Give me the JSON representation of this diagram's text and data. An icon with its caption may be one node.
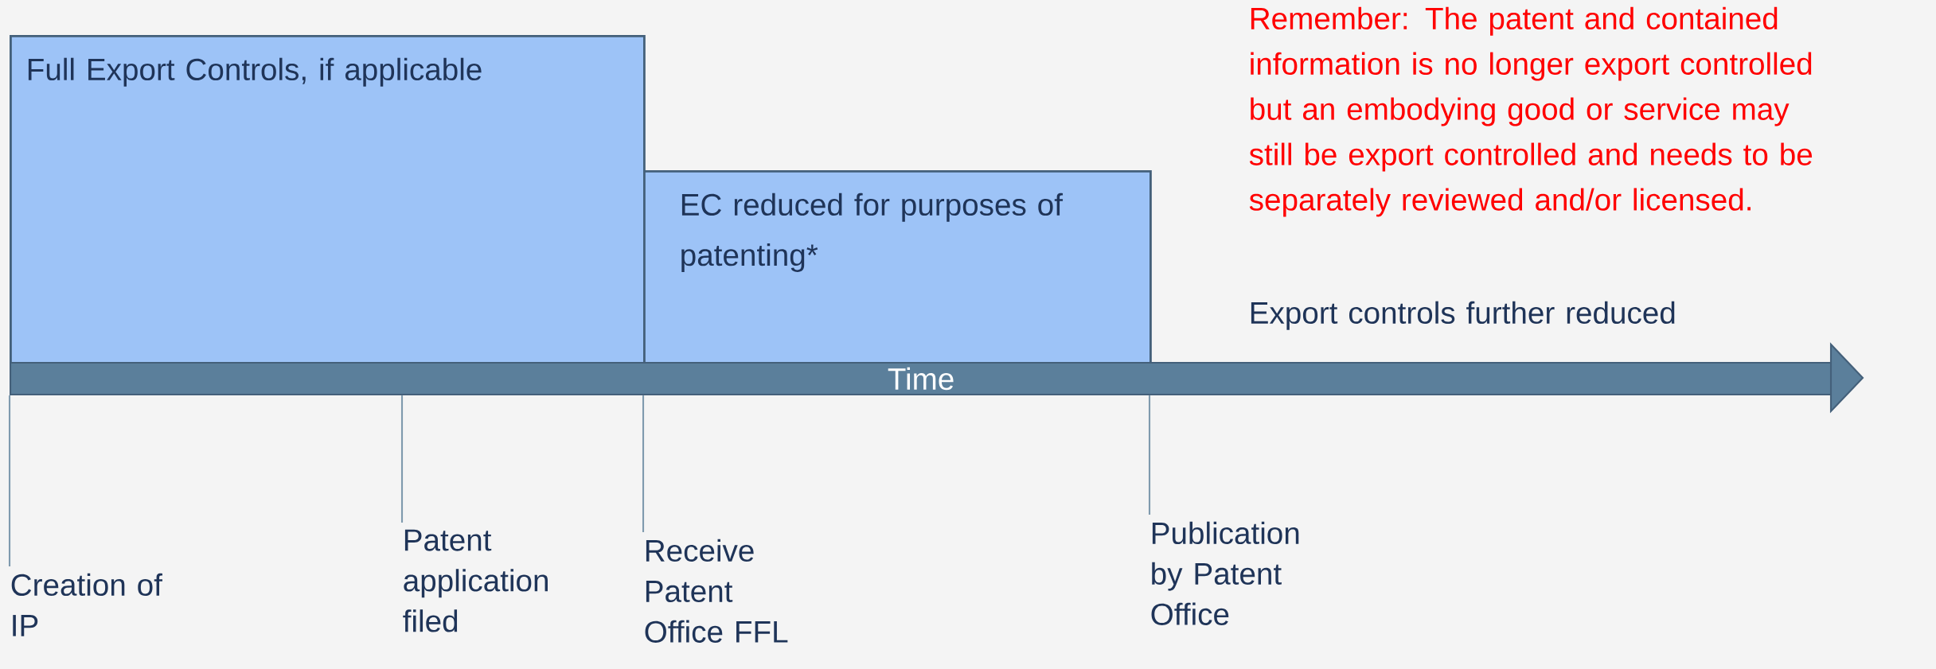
{
  "diagram": {
    "nodes": [
      {
        "text": [
          "Full Export Controls, if applicable"
        ]
      },
      {
        "text": [
          "EC reduced for purposes of patenting*"
        ]
      },
      {
        "text": [
          "Time"
        ]
      },
      {
        "text": [
          "Creation of IP"
        ]
      },
      {
        "text": [
          "Patent application filed"
        ]
      },
      {
        "text": [
          "Receive Patent Office FFL"
        ]
      },
      {
        "text": [
          "Publication by Patent Office"
        ]
      }
    ],
    "edges": [
      {
        "from": 3,
        "to": 2,
        "arrow": "none"
      },
      {
        "from": 4,
        "to": 2,
        "arrow": "none"
      },
      {
        "from": 5,
        "to": 2,
        "arrow": "none"
      },
      {
        "from": 6,
        "to": 2,
        "arrow": "none"
      }
    ],
    "labels": [
      "Remember: The patent and contained information is no longer export controlled but an embodying good or service may still be export controlled and needs to be separately reviewed and/or licensed.",
      "Export controls further reduced"
    ]
  }
}
